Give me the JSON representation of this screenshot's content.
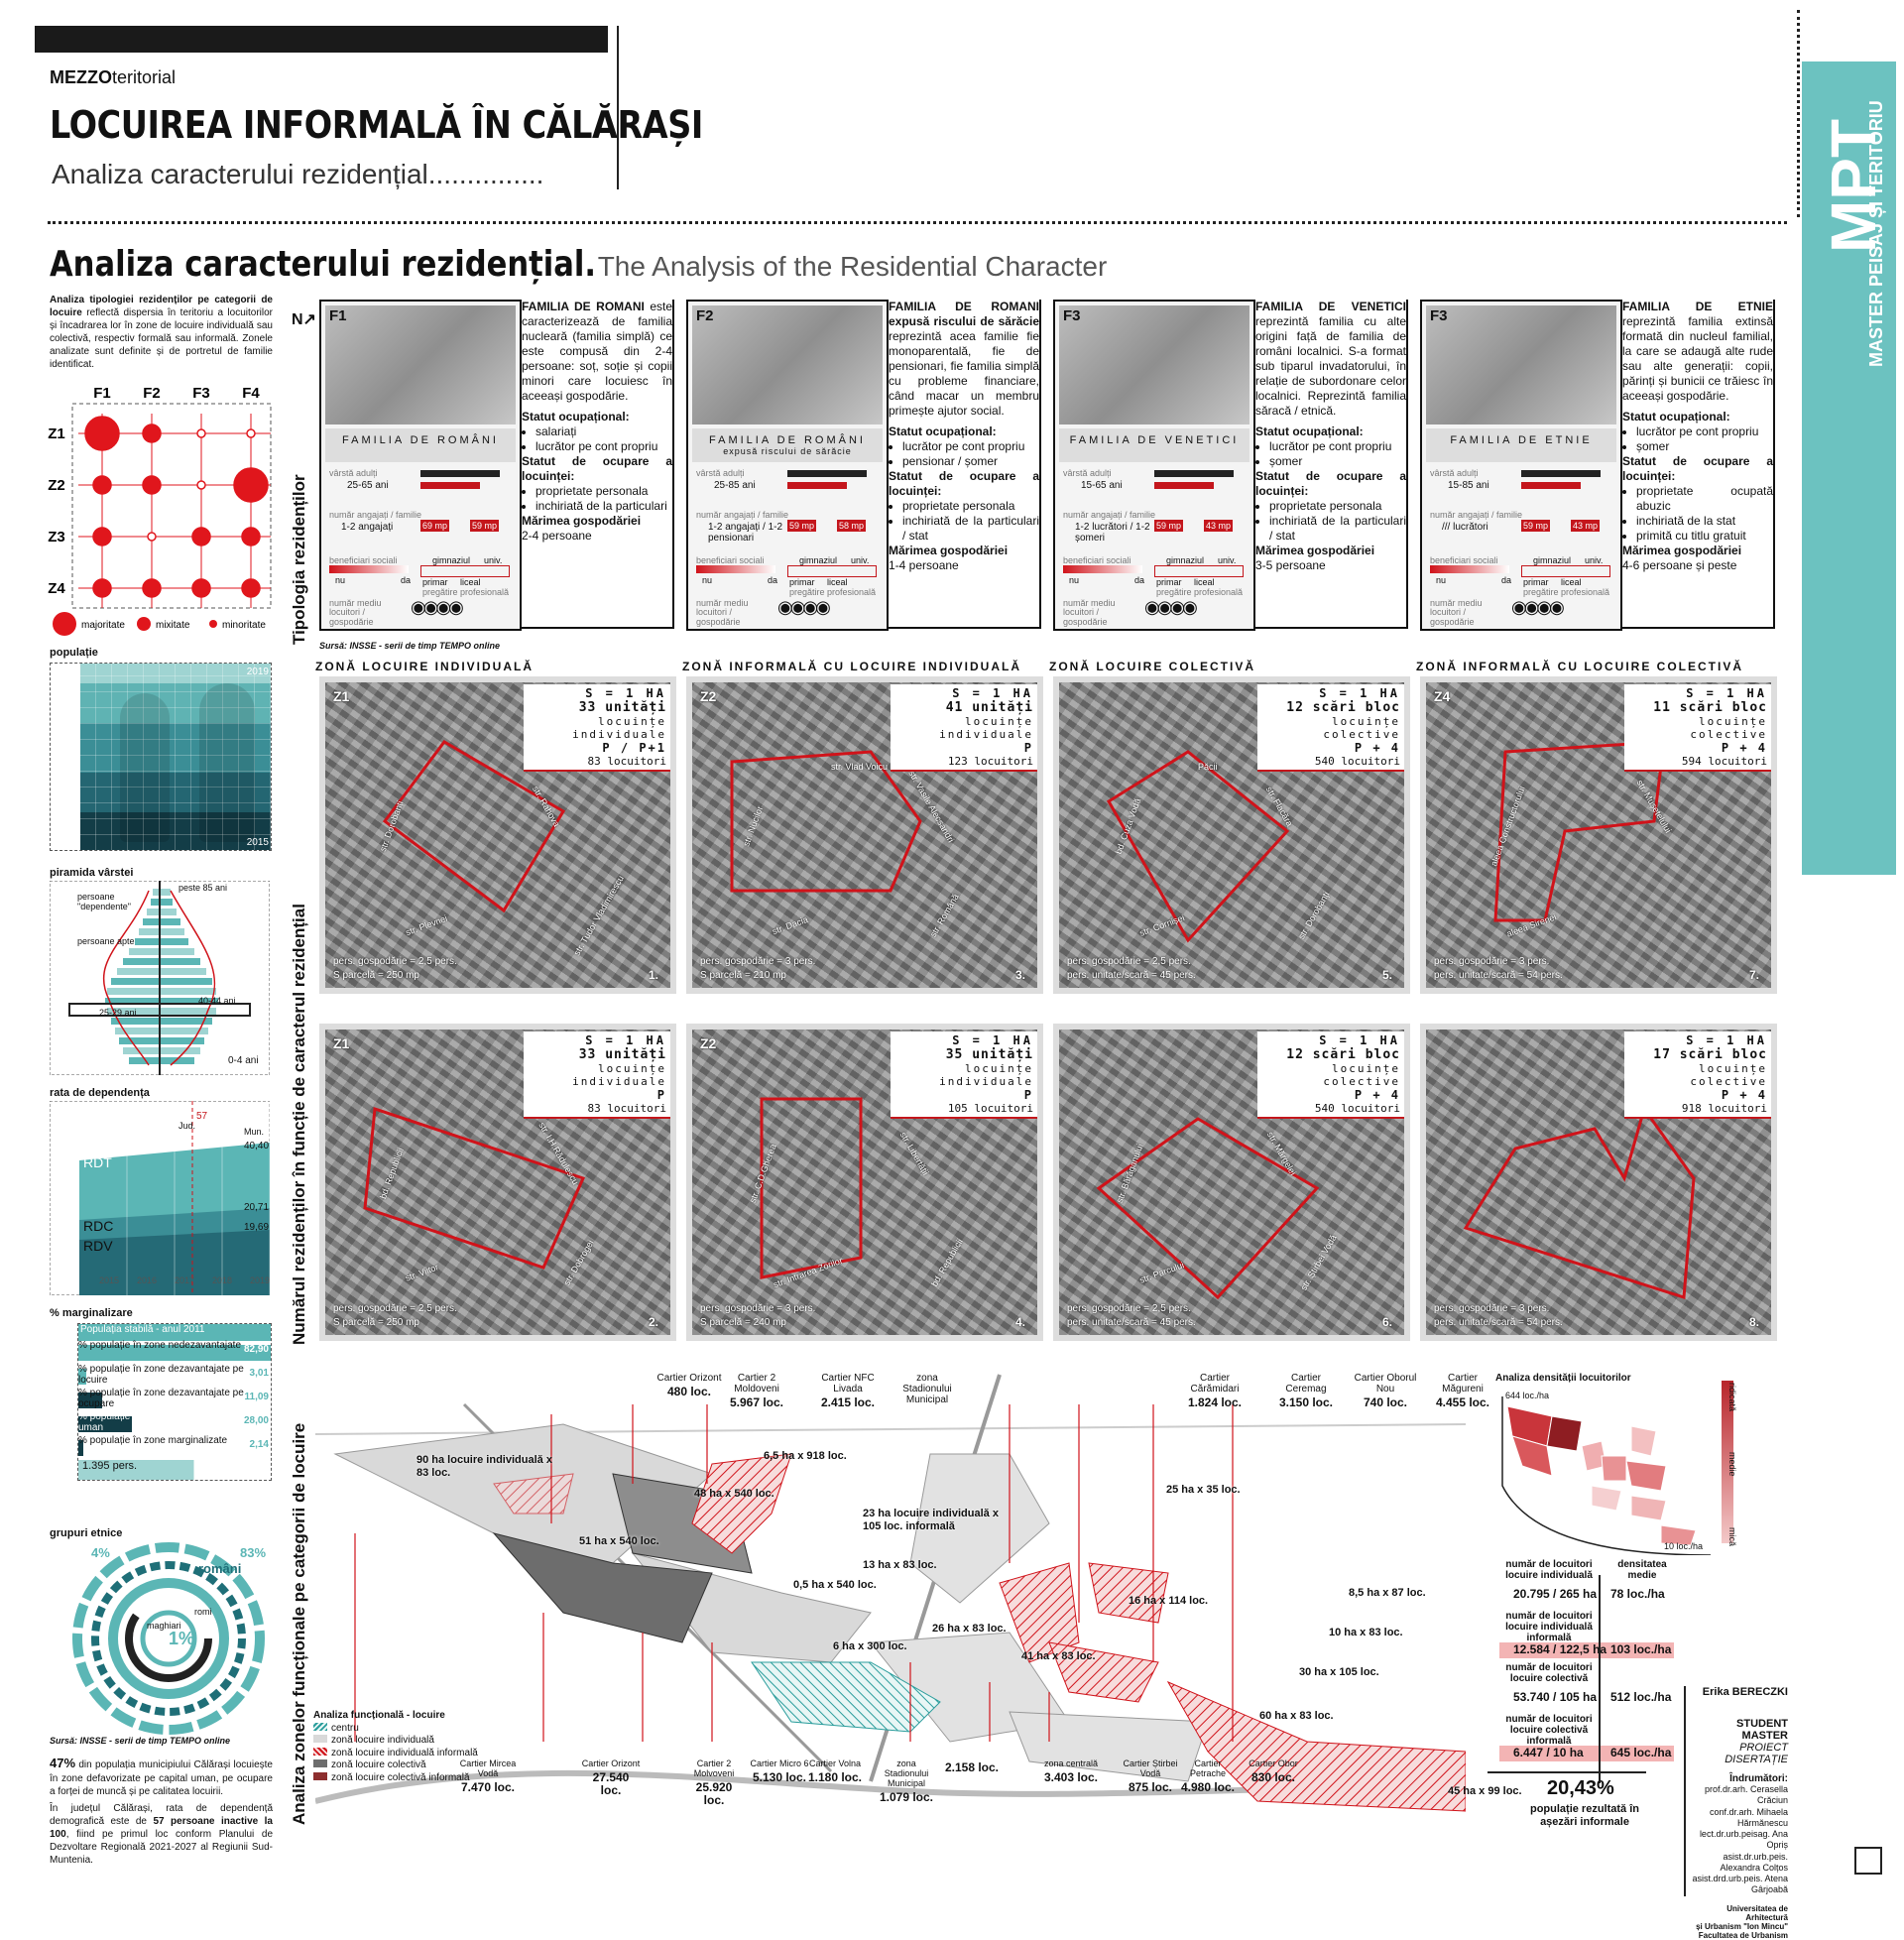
{
  "header": {
    "kicker_bold": "MEZZO",
    "kicker_rest": "teritorial",
    "title": "LOCUIREA INFORMALĂ ÎN CĂLĂRAȘI",
    "subtitle": "Analiza caracterului rezidențial..............."
  },
  "side_band": {
    "big": "MPT",
    "label": "MASTER PEISAJ ȘI TERITORIU"
  },
  "section": {
    "title_bold": "Analiza caracterului rezidențial.",
    "title_en": "The Analysis of the Residential Character"
  },
  "intro": {
    "bold": "Analiza tipologiei rezidenților pe categorii de locuire",
    "rest": "reflectă dispersia în teritoriu a locuitorilor și încadrarea lor în zone de locuire individuală sau colectivă, respectiv formală sau informală. Zonele analizate sunt definite și de portretul de familie identificat."
  },
  "matrix": {
    "cols": [
      "F1",
      "F2",
      "F3",
      "F4"
    ],
    "rows": [
      "Z1",
      "Z2",
      "Z3",
      "Z4"
    ],
    "legend": [
      "majoritate",
      "mixitate",
      "minoritate"
    ],
    "cells": [
      [
        3,
        2,
        1,
        1
      ],
      [
        2,
        2,
        1,
        3
      ],
      [
        2,
        1,
        2,
        2
      ],
      [
        2,
        2,
        2,
        2
      ]
    ],
    "color": "#e0161c"
  },
  "sidebar": {
    "population_title": "populație",
    "population_years": [
      "2019",
      "2015"
    ],
    "pyramid_title": "piramida vârstei",
    "pyramid_labels": [
      "peste 85 ani",
      "persoane \"dependente\"",
      "persoane apte",
      "40-44 ani",
      "25-29 ani",
      "0-4 ani"
    ],
    "dependency_title": "rata de dependența",
    "dependency_labels": [
      "RDT",
      "RDC",
      "RDV"
    ],
    "dependency_values": [
      "40,40",
      "20,71",
      "19,69"
    ],
    "dependency_years": [
      "2015",
      "2016",
      "2017",
      "2018",
      "2019"
    ],
    "dependency_marker": "57",
    "dependency_tags": [
      "Jud.",
      "Mun."
    ],
    "marginal_title": "% marginalizare",
    "marginal_rows": [
      {
        "label": "Populația stabilă - anul 2011",
        "value": ""
      },
      {
        "label": "% populație în zone nedezavantajate",
        "value": "82,90"
      },
      {
        "label": "% populație în zone dezavantajate pe locuire",
        "value": "3,01"
      },
      {
        "label": "% populație în zone dezavantajate pe ocupare",
        "value": "11,09"
      },
      {
        "label": "% populație în zone dezavantajate pe cap. uman",
        "value": "28,00"
      },
      {
        "label": "% populație în zone marginalizate",
        "value": "2,14"
      },
      {
        "label": "1.395 pers.",
        "value": ""
      }
    ],
    "ethnic_title": "grupuri etnice",
    "ethnic_labels": [
      "4%",
      "83%",
      "români",
      "maghiari",
      "romi",
      "1%"
    ],
    "source": "Sursă: INSSE - serii de timp TEMPO online",
    "bottom_text_1_bold": "47%",
    "bottom_text_1": "din populația municipiului Călărași locuiește în zone defavorizate pe capital uman, pe ocupare a forței de muncă și pe calitatea locuirii.",
    "bottom_text_2a": "În județul Călărași, rata de dependență demografică este de",
    "bottom_text_2_bold": "57 persoane inactive la 100",
    "bottom_text_2b": ", fiind pe primul loc conform Planului de Dezvoltare Regională 2021-2027 al Regiunii Sud-Muntenia."
  },
  "row_labels": {
    "r1": "Tipologia rezidenților",
    "r2": "Numărul rezidenților în funcție de caracterul rezidențial",
    "r3": "Analiza zonelor funcționale pe categorii de locuire"
  },
  "families": [
    {
      "code": "F1",
      "caption": "FAMILIA DE ROMÂNI",
      "sub": "",
      "desc_bold": "FAMILIA DE ROMANI",
      "desc": "este caracterizează de familia nucleară (familia simplă) ce este compusă din 2-4 persoane: soț, soție și copii minori care locuiesc în aceeași gospodărie.",
      "age": "25-65 ani",
      "employed": "1-2 angajați",
      "status": [
        "salariați",
        "lucrător pe cont propriu"
      ],
      "tenure": [
        "proprietate personala",
        "inchiriată de la particulari"
      ],
      "size": "2-4 persoane",
      "area": [
        "69 mp",
        "59 mp"
      ]
    },
    {
      "code": "F2",
      "caption": "FAMILIA DE ROMÂNI",
      "sub": "expusă riscului de sărăcie",
      "desc_bold": "FAMILIA DE ROMANI expusă riscului de sărăcie",
      "desc": "reprezintă acea familie fie monoparentală, fie de pensionari, fie familia simplă cu probleme financiare, când macar un membru primește ajutor social.",
      "age": "25-85 ani",
      "employed": "1-2 angajați / 1-2 pensionari",
      "status": [
        "lucrător pe cont propriu",
        "pensionar / șomer"
      ],
      "tenure": [
        "proprietate personala",
        "inchiriată de la particulari / stat"
      ],
      "size": "1-4 persoane",
      "area": [
        "59 mp",
        "58 mp"
      ]
    },
    {
      "code": "F3",
      "caption": "FAMILIA DE VENETICI",
      "sub": "",
      "desc_bold": "FAMILIA DE VENETICI",
      "desc": "reprezintă familia cu alte origini față de familia de români localnici. S-a format sub tiparul invadatorului, în relație de subordonare celor localnici. Reprezintă familia săracă / etnică.",
      "age": "15-65 ani",
      "employed": "1-2 lucrători / 1-2 șomeri",
      "status": [
        "lucrător pe cont propriu",
        "șomer"
      ],
      "tenure": [
        "proprietate personala",
        "inchiriată de la particulari / stat"
      ],
      "size": "3-5 persoane",
      "area": [
        "59 mp",
        "43 mp"
      ]
    },
    {
      "code": "F3",
      "caption": "FAMILIA DE ETNIE",
      "sub": "",
      "desc_bold": "FAMILIA DE ETNIE",
      "desc": "reprezintă familia extinsă formată din nucleul familial, la care se adaugă alte rude sau alte generații: copii, părinți și bunicii ce trăiesc în aceeași gospodărie.",
      "age": "15-85 ani",
      "employed": "/// lucrători",
      "status": [
        "lucrător pe cont propriu",
        "șomer"
      ],
      "tenure": [
        "proprietate ocupată abuzic",
        "inchiriată de la stat",
        "primită cu titlu gratuit"
      ],
      "size": "4-6 persoane și peste",
      "area": [
        "59 mp",
        "43 mp"
      ]
    }
  ],
  "family_labels": {
    "age": "vârstă adulți",
    "employed": "număr angajați / familie",
    "benefits": "beneficiari sociali",
    "nu": "nu",
    "da": "da",
    "edu": [
      "gimnaziul",
      "univ."
    ],
    "edu2": [
      "primar",
      "liceal"
    ],
    "edu_sub": "pregătire profesională",
    "size_lbl": "număr mediu locuitori / gospodărie",
    "status_title": "Statut ocupațional:",
    "tenure_title": "Statut de ocupare a locuinței:",
    "size_title": "Mărimea gospodăriei",
    "source": "Sursă: INSSE - serii de timp TEMPO online"
  },
  "zone_heads": [
    "ZONĂ LOCUIRE INDIVIDUALĂ",
    "ZONĂ INFORMALĂ CU LOCUIRE INDIVIDUALĂ",
    "ZONĂ LOCUIRE COLECTIVĂ",
    "ZONĂ INFORMALĂ CU LOCUIRE COLECTIVĂ"
  ],
  "zones": [
    {
      "code": "Z1",
      "num": "1.",
      "s": "S = 1 HA",
      "units": "33 unități",
      "type": "locuințe individuale",
      "height": "P / P+1",
      "pop": "83 locuitori",
      "pers": "pers. gospodărie = 2,5 pers.",
      "s2": "S parcelă = 250 mp",
      "streets": [
        "str. Dorobanți",
        "str. Rahova",
        "str. Plevnei",
        "str. Tudor Vladimirescu"
      ]
    },
    {
      "code": "Z2",
      "num": "3.",
      "s": "S = 1 HA",
      "units": "41 unități",
      "type": "locuințe individuale",
      "height": "P",
      "pop": "123 locuitori",
      "pers": "pers. gospodărie = 3 pers.",
      "s2": "S parcelă = 210 mp",
      "streets": [
        "str. Nucilor",
        "str. Vasile Alecsandri",
        "str. Dacia",
        "str. Română",
        "str. Vlad Voicu"
      ]
    },
    {
      "code": "",
      "num": "5.",
      "s": "S = 1 HA",
      "units": "12 scări bloc",
      "type": "locuințe colective",
      "height": "P + 4",
      "pop": "540 locuitori",
      "pers": "pers. gospodărie = 2,5 pers.",
      "s2": "pers. unitate/scară = 45 pers.",
      "streets": [
        "bd. Cuza Vodă",
        "str. Flacăra",
        "str. Cornișei",
        "str. Dorobanți",
        "Păcii"
      ]
    },
    {
      "code": "Z4",
      "num": "7.",
      "s": "S = 1 HA",
      "units": "11 scări bloc",
      "type": "locuințe colective",
      "height": "P + 4",
      "pop": "594 locuitori",
      "pers": "pers. gospodărie = 3 pers.",
      "s2": "pers. unitate/scară = 54 pers.",
      "streets": [
        "aleea Constructorului",
        "str. Mușetelului",
        "aleea Sirenei"
      ]
    },
    {
      "code": "Z1",
      "num": "2.",
      "s": "S = 1 HA",
      "units": "33 unități",
      "type": "locuințe individuale",
      "height": "P",
      "pop": "83 locuitori",
      "pers": "pers. gospodărie = 2,5 pers.",
      "s2": "S parcelă = 250 mp",
      "streets": [
        "bd. Republicii",
        "str. I.H.Rădulescu",
        "str. Viitor",
        "str. Dobrogei"
      ]
    },
    {
      "code": "Z2",
      "num": "4.",
      "s": "S = 1 HA",
      "units": "35 unități",
      "type": "locuințe individuale",
      "height": "P",
      "pop": "105 locuitori",
      "pers": "pers. gospodărie = 3 pers.",
      "s2": "S parcelă = 240 mp",
      "streets": [
        "str. C.D.Gherea",
        "str. Libertății",
        "str. Intrarea Zorilor",
        "bd. Republicii"
      ]
    },
    {
      "code": "",
      "num": "6.",
      "s": "S = 1 HA",
      "units": "12 scări bloc",
      "type": "locuințe colective",
      "height": "P + 4",
      "pop": "540 locuitori",
      "pers": "pers. gospodărie = 2,5 pers.",
      "s2": "pers. unitate/scară = 45 pers.",
      "streets": [
        "str. Bărăganului",
        "str. Mărgelei",
        "str. Parcului",
        "str. Știrbei Vodă"
      ]
    },
    {
      "code": "",
      "num": "8.",
      "s": "S = 1 HA",
      "units": "17 scări bloc",
      "type": "locuințe colective",
      "height": "P + 4",
      "pop": "918 locuitori",
      "pers": "pers. gospodărie = 3 pers.",
      "s2": "pers. unitate/scară = 54 pers.",
      "streets": []
    }
  ],
  "map": {
    "top_labels": [
      {
        "name": "Cartier Orizont",
        "val": "480 loc."
      },
      {
        "name": "Cartier 2 Moldoveni",
        "val": "5.967 loc."
      },
      {
        "name": "Cartier NFC Livada",
        "val": "2.415 loc."
      },
      {
        "name": "zona Stadionului Municipal",
        "val": ""
      },
      {
        "name": "Cartier Cărămidari",
        "val": "1.824 loc."
      },
      {
        "name": "Cartier Ceremag",
        "val": "3.150 loc."
      },
      {
        "name": "Cartier Oborul Nou",
        "val": "740 loc."
      },
      {
        "name": "Cartier Măgureni",
        "val": "4.455 loc."
      }
    ],
    "bottom_labels": [
      {
        "name": "Cartier Mircea Vodă",
        "val": "7.470 loc."
      },
      {
        "name": "Cartier Orizont",
        "val": "27.540 loc."
      },
      {
        "name": "Cartier 2 Molvoveni",
        "val": "25.920 loc."
      },
      {
        "name": "Cartier Micro 6",
        "val": "5.130 loc."
      },
      {
        "name": "Cartier Volna",
        "val": "1.180 loc."
      },
      {
        "name": "zona Stadionului Municipal",
        "val": "1.079 loc."
      },
      {
        "name": "",
        "val": "2.158 loc."
      },
      {
        "name": "zona centrală",
        "val": "3.403 loc."
      },
      {
        "name": "Cartier Știrbei Vodă",
        "val": "875 loc."
      },
      {
        "name": "Cartier Petrache",
        "val": "4.980 loc."
      },
      {
        "name": "Cartier Obor",
        "val": "830 loc."
      }
    ],
    "area_labels": [
      "90 ha locuire individuală x 83 loc.",
      "6,5 ha x 918 loc.",
      "48 ha x 540 loc.",
      "23 ha locuire individuală x 105 loc. informală",
      "51 ha x 540 loc.",
      "13 ha x 83 loc.",
      "0,5 ha x 540 loc.",
      "6 ha x 300 loc.",
      "26 ha x 83 loc.",
      "41 ha x 83 loc.",
      "25 ha x 35 loc.",
      "16 ha x 114 loc.",
      "8,5 ha x 87 loc.",
      "10 ha x 83 loc.",
      "30 ha x 105 loc.",
      "60 ha x 83 loc.",
      "45 ha x 99 loc."
    ],
    "legend_title": "Analiza funcțională - locuire",
    "legend": [
      "centru",
      "zonă locuire individuală",
      "zonă locuire individuală informală",
      "zonă locuire colectivă",
      "zonă locuire colectivă informală"
    ]
  },
  "density": {
    "title": "Analiza densității locuitorilor",
    "top": "644 loc./ha",
    "bottom": "10 loc./ha",
    "scale": [
      "ridicată",
      "medie",
      "mică"
    ],
    "rows": [
      {
        "label": "număr de locuitori locuire individuală",
        "val": "20.795 / 265 ha",
        "dens": "78 loc./ha"
      },
      {
        "label": "număr de locuitori locuire individuală informală",
        "val": "12.584 / 122,5 ha",
        "dens": "103 loc./ha"
      },
      {
        "label": "număr de locuitori locuire colectivă",
        "val": "53.740 / 105 ha",
        "dens": "512 loc./ha"
      },
      {
        "label": "număr de locuitori locuire colectivă informală",
        "val": "6.447 / 10 ha",
        "dens": "645 loc./ha"
      }
    ],
    "dens_head": "densitatea medie",
    "pct": "20,43%",
    "pct_label": "populație rezultată în așezări informale"
  },
  "credits": {
    "author": "Erika BERECZKI",
    "role": "STUDENT MASTER",
    "proj": "PROIECT DISERTAȚIE",
    "coord_title": "Îndrumători:",
    "coord": [
      "prof.dr.arh. Cerasella Crăciun",
      "conf.dr.arh. Mihaela Hărmănescu",
      "lect.dr.urb.peisag. Ana Opriș",
      "asist.dr.urb.peis. Alexandra Colțos",
      "asist.drd.urb.peis. Atena Gârjoabă"
    ],
    "uni": [
      "Universitatea de Arhitectură",
      "și Urbanism \"Ion Mincu\"",
      "Facultatea de Urbanism"
    ]
  }
}
